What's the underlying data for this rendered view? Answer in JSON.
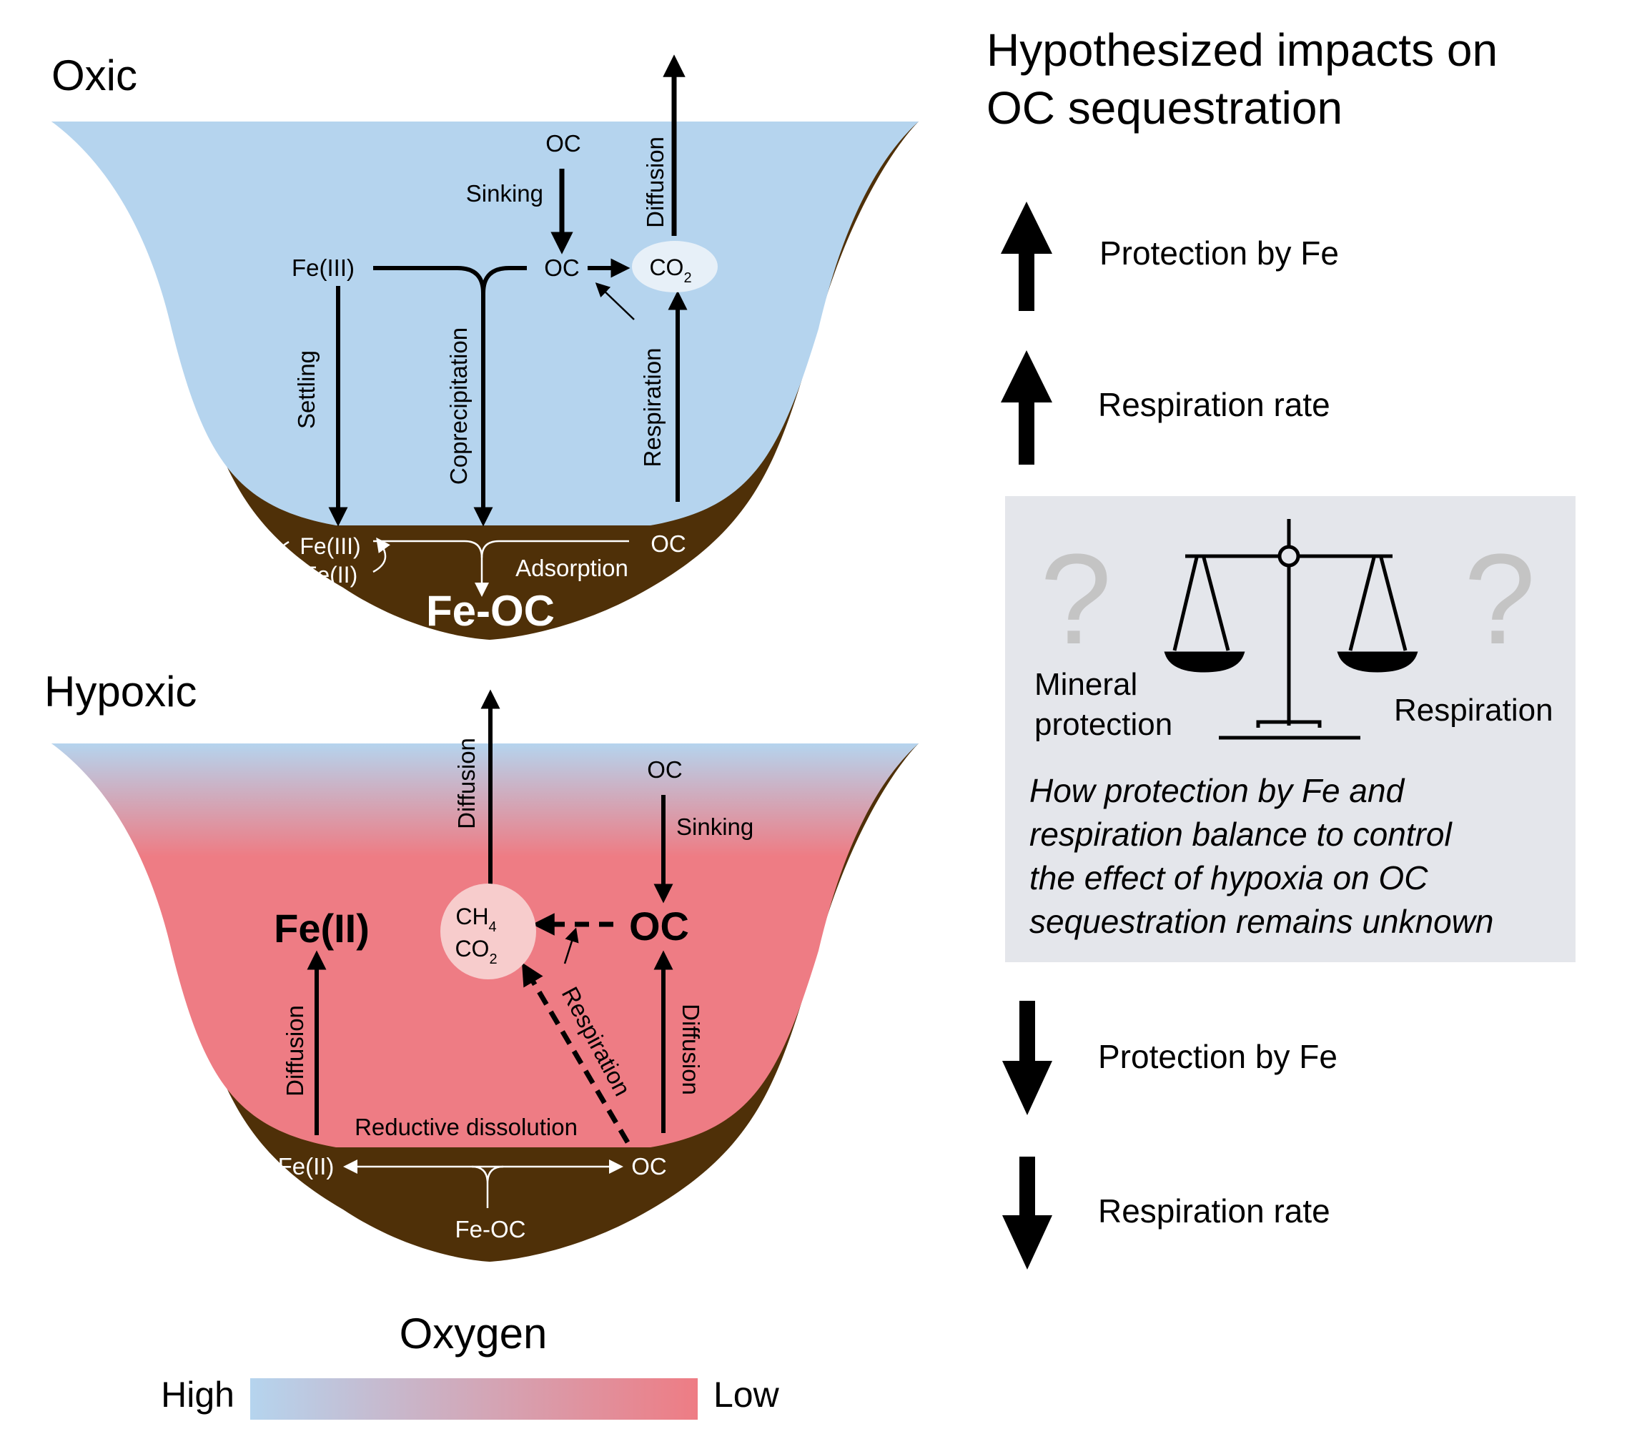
{
  "oxic": {
    "title": "Oxic",
    "oc_top": "OC",
    "sinking": "Sinking",
    "diffusion": "Diffusion",
    "fe3": "Fe(III)",
    "oc_mid": "OC",
    "co2_main": "CO",
    "co2_sub": "2",
    "settling": "Settling",
    "coprecipitation": "Coprecipitation",
    "respiration": "Respiration",
    "sed_fe3": "Fe(III)",
    "sed_fe2": "Fe(II)",
    "sed_oc": "OC",
    "adsorption": "Adsorption",
    "fe_oc": "Fe-OC"
  },
  "hypoxic": {
    "title": "Hypoxic",
    "diffusion_top": "Diffusion",
    "oc_top": "OC",
    "sinking": "Sinking",
    "fe2": "Fe(II)",
    "ch4_main": "CH",
    "ch4_sub": "4",
    "co2_main": "CO",
    "co2_sub": "2",
    "oc_mid": "OC",
    "diffusion_left": "Diffusion",
    "respiration": "Respiration",
    "diffusion_right": "Diffusion",
    "reductive": "Reductive dissolution",
    "sed_fe2": "Fe(II)",
    "sed_oc": "OC",
    "fe_oc": "Fe-OC"
  },
  "legend": {
    "title": "Oxygen",
    "high": "High",
    "low": "Low",
    "color_high": "#b5d4ee",
    "color_low": "#ee7c84"
  },
  "impacts": {
    "heading_line1": "Hypothesized impacts on",
    "heading_line2": "OC sequestration",
    "up1": "Protection by Fe",
    "up2": "Respiration rate",
    "down1": "Protection by Fe",
    "down2": "Respiration rate",
    "question_left": "?",
    "question_right": "?",
    "mineral_line1": "Mineral",
    "mineral_line2": "protection",
    "respiration": "Respiration",
    "note_line1": "How protection by Fe and",
    "note_line2": "respiration balance to control",
    "note_line3": "the effect of hypoxia on OC",
    "note_line4": "sequestration remains unknown"
  },
  "colors": {
    "sediment": "#4f3008",
    "water_oxic": "#b5d4ee",
    "water_hypoxic": "#ee7c84",
    "panel_bg": "#e4e6eb",
    "question": "#c4c4c4"
  }
}
